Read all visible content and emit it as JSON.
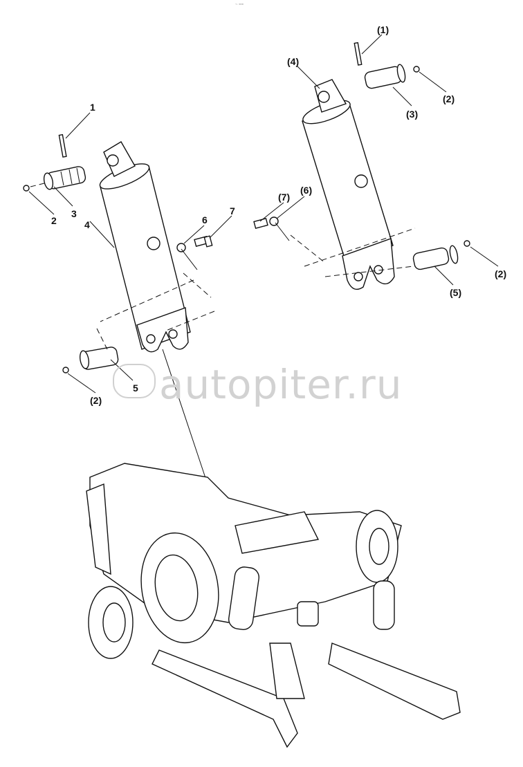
{
  "header_mark": "~ ==",
  "watermark": "autopiter.ru",
  "left_group": {
    "labels": {
      "pin": "1",
      "grease_fitting": "2",
      "upper_pin": "3",
      "cylinder": "4",
      "lower_pin": "5",
      "washer": "6",
      "bolt": "7",
      "lower_fitting": "(2)"
    }
  },
  "right_group": {
    "labels": {
      "pin": "(1)",
      "cylinder": "(4)",
      "grease_fitting_top": "(2)",
      "upper_pin": "(3)",
      "bolt": "(7)",
      "washer": "(6)",
      "grease_fitting_bottom": "(2)",
      "lower_pin": "(5)"
    }
  }
}
